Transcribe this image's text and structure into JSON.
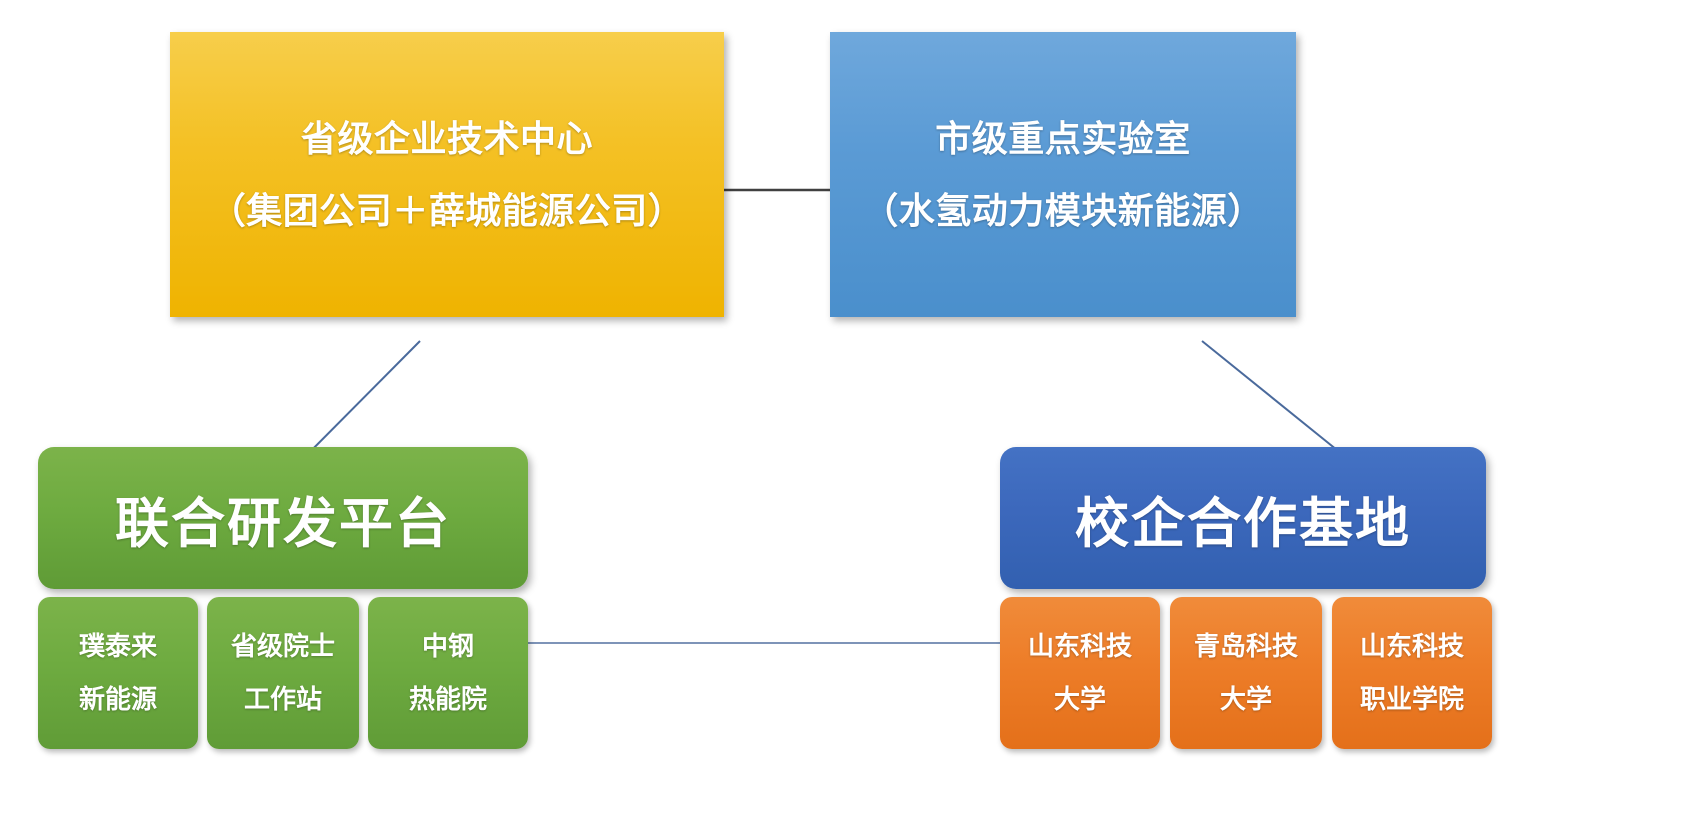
{
  "diagram": {
    "title": "",
    "background": "#FFFFFF",
    "nodes": {
      "provincial_tech_center": {
        "line1": "省级企业技术中心",
        "line2": "（集团公司＋薛城能源公司）",
        "color": "#F4C126"
      },
      "municipal_key_lab": {
        "line1": "市级重点实验室",
        "line2": "（水氢动力模块新能源）",
        "color": "#5B9BD5"
      },
      "joint_rd_platform": {
        "label": "联合研发平台",
        "color": "#6EAB40"
      },
      "school_enterprise_base": {
        "label": "校企合作基地",
        "color": "#4472C4"
      }
    },
    "green_children": [
      {
        "line1": "璞泰来",
        "line2": "新能源",
        "color": "#6EAB40"
      },
      {
        "line1": "省级院士",
        "line2": "工作站",
        "color": "#6EAB40"
      },
      {
        "line1": "中钢",
        "line2": "热能院",
        "color": "#6EAB40"
      }
    ],
    "orange_children": [
      {
        "line1": "山东科技",
        "line2": "大学",
        "color": "#ED7D28"
      },
      {
        "line1": "青岛科技",
        "line2": "大学",
        "color": "#ED7D28"
      },
      {
        "line1": "山东科技",
        "line2": "职业学院",
        "color": "#ED7D28"
      }
    ],
    "connectors": [
      {
        "name": "yellow-to-blue",
        "type": "horizontal",
        "color": "#404040"
      },
      {
        "name": "yellow-to-green",
        "type": "diagonal",
        "color": "#4A6A9C"
      },
      {
        "name": "blue-to-darkblue",
        "type": "diagonal",
        "color": "#4A6A9C"
      },
      {
        "name": "green-to-darkblue",
        "type": "horizontal",
        "color": "#6B85AE"
      }
    ]
  }
}
